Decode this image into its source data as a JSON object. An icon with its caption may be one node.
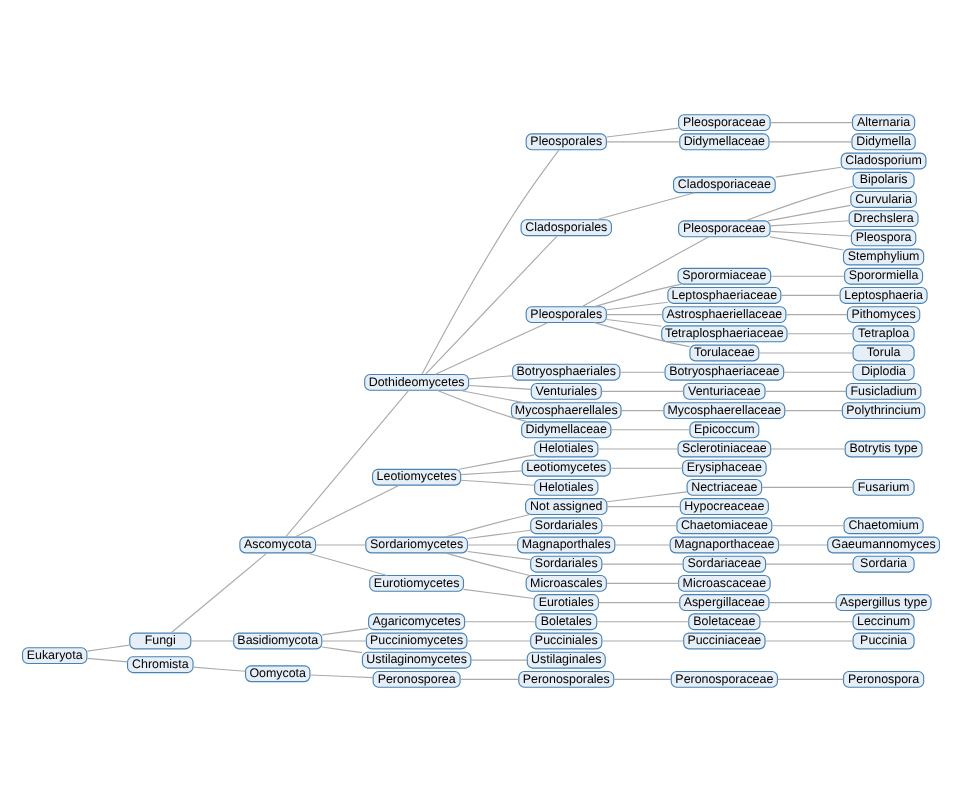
{
  "diagram": {
    "nodes": [
      {
        "text": [
          "Eukaryota"
        ]
      },
      {
        "text": [
          "Fungi"
        ]
      },
      {
        "text": [
          "Chromista"
        ]
      },
      {
        "text": [
          "Ascomycota"
        ]
      },
      {
        "text": [
          "Basidiomycota"
        ]
      },
      {
        "text": [
          "Oomycota"
        ]
      },
      {
        "text": [
          "Dothideomycetes"
        ]
      },
      {
        "text": [
          "Leotiomycetes"
        ]
      },
      {
        "text": [
          "Sordariomycetes"
        ]
      },
      {
        "text": [
          "Eurotiomycetes"
        ]
      },
      {
        "text": [
          "Agaricomycetes"
        ]
      },
      {
        "text": [
          "Pucciniomycetes"
        ]
      },
      {
        "text": [
          "Peronosporea"
        ]
      },
      {
        "text": [
          "Pleosporales"
        ]
      },
      {
        "text": [
          "Cladosporiales"
        ]
      },
      {
        "text": [
          "Pleosporales"
        ]
      },
      {
        "text": [
          "Botryosphaeriales"
        ]
      },
      {
        "text": [
          "Venturiales"
        ]
      },
      {
        "text": [
          "Mycosphaerellales"
        ]
      },
      {
        "text": [
          "Helotiales"
        ]
      },
      {
        "text": [
          "Not assigned"
        ]
      },
      {
        "text": [
          "Sordariales"
        ]
      },
      {
        "text": [
          "Magnaporthales"
        ]
      },
      {
        "text": [
          "Sordariales"
        ]
      },
      {
        "text": [
          "Eurotiales"
        ]
      },
      {
        "text": [
          "Boletales"
        ]
      },
      {
        "text": [
          "Pucciniales"
        ]
      },
      {
        "text": [
          "Peronosporales"
        ]
      },
      {
        "text": [
          "Pleosporaceae"
        ]
      },
      {
        "text": [
          "Didymellaceae"
        ]
      },
      {
        "text": [
          "Cladosporiaceae"
        ]
      },
      {
        "text": [
          "Didymellaceae"
        ]
      },
      {
        "text": [
          "Pleosporaceae"
        ]
      },
      {
        "text": [
          "Sporormiaceae"
        ]
      },
      {
        "text": [
          "Leptosphaeriaceae"
        ]
      },
      {
        "text": [
          "Astrosphaeriellaceae"
        ]
      },
      {
        "text": [
          "Tetraplosphaeriaceae"
        ]
      },
      {
        "text": [
          "Torulaceae"
        ]
      },
      {
        "text": [
          "Botryosphaeriaceae"
        ]
      },
      {
        "text": [
          "Venturiaceae"
        ]
      },
      {
        "text": [
          "Mycosphaerellaceae"
        ]
      },
      {
        "text": [
          "Sclerotiniaceae"
        ]
      },
      {
        "text": [
          "Leotiomycetes"
        ]
      },
      {
        "text": [
          "Nectriaceae"
        ]
      },
      {
        "text": [
          "Chaetomiaceae"
        ]
      },
      {
        "text": [
          "Magnaporthaceae"
        ]
      },
      {
        "text": [
          "Microascales"
        ]
      },
      {
        "text": [
          "Sordariaceae"
        ]
      },
      {
        "text": [
          "Aspergillaceae"
        ]
      },
      {
        "text": [
          "Boletaceae"
        ]
      },
      {
        "text": [
          "Pucciniaceae"
        ]
      },
      {
        "text": [
          "Ustilaginomycetes"
        ]
      },
      {
        "text": [
          "Peronosporaceae"
        ]
      },
      {
        "text": [
          "Alternaria"
        ]
      },
      {
        "text": [
          "Didymella"
        ]
      },
      {
        "text": [
          "Cladosporium"
        ]
      },
      {
        "text": [
          "Epicoccum"
        ]
      },
      {
        "text": [
          "Bipolaris"
        ]
      },
      {
        "text": [
          "Curvularia"
        ]
      },
      {
        "text": [
          "Drechslera"
        ]
      },
      {
        "text": [
          "Pleospora"
        ]
      },
      {
        "text": [
          "Stemphylium"
        ]
      },
      {
        "text": [
          "Sporormiella"
        ]
      },
      {
        "text": [
          "Leptosphaeria"
        ]
      },
      {
        "text": [
          "Pithomyces"
        ]
      },
      {
        "text": [
          "Tetraploa"
        ]
      },
      {
        "text": [
          "Torula"
        ]
      },
      {
        "text": [
          "Diplodia"
        ]
      },
      {
        "text": [
          "Fusicladium"
        ]
      },
      {
        "text": [
          "Polythrincium"
        ]
      },
      {
        "text": [
          "Botrytis type"
        ]
      },
      {
        "text": [
          "Erysiphaceae"
        ]
      },
      {
        "text": [
          "Helotiales"
        ]
      },
      {
        "text": [
          "Fusarium"
        ]
      },
      {
        "text": [
          "Hypocreaceae"
        ]
      },
      {
        "text": [
          "Chaetomium"
        ]
      },
      {
        "text": [
          "Gaeumannomyces"
        ]
      },
      {
        "text": [
          "Microascaceae"
        ]
      },
      {
        "text": [
          "Sordaria"
        ]
      },
      {
        "text": [
          "Aspergillus type"
        ]
      },
      {
        "text": [
          "Leccinum"
        ]
      },
      {
        "text": [
          "Puccinia"
        ]
      },
      {
        "text": [
          "Ustilaginales"
        ]
      },
      {
        "text": [
          "Peronospora"
        ]
      }
    ],
    "edges": [
      {
        "from": 0,
        "to": 1,
        "arrow": "none"
      },
      {
        "from": 0,
        "to": 2,
        "arrow": "none"
      },
      {
        "from": 1,
        "to": 3,
        "arrow": "none"
      },
      {
        "from": 1,
        "to": 4,
        "arrow": "none"
      },
      {
        "from": 2,
        "to": 5,
        "arrow": "none"
      },
      {
        "from": 3,
        "to": 6,
        "arrow": "none"
      },
      {
        "from": 3,
        "to": 7,
        "arrow": "none"
      },
      {
        "from": 3,
        "to": 8,
        "arrow": "none"
      },
      {
        "from": 3,
        "to": 9,
        "arrow": "none"
      },
      {
        "from": 4,
        "to": 10,
        "arrow": "none"
      },
      {
        "from": 4,
        "to": 11,
        "arrow": "none"
      },
      {
        "from": 5,
        "to": 12,
        "arrow": "none"
      },
      {
        "from": 6,
        "to": 13,
        "arrow": "none"
      },
      {
        "from": 6,
        "to": 14,
        "arrow": "none"
      },
      {
        "from": 6,
        "to": 15,
        "arrow": "none"
      },
      {
        "from": 6,
        "to": 16,
        "arrow": "none"
      },
      {
        "from": 6,
        "to": 17,
        "arrow": "none"
      },
      {
        "from": 6,
        "to": 18,
        "arrow": "none"
      },
      {
        "from": 7,
        "to": 19,
        "arrow": "none"
      },
      {
        "from": 8,
        "to": 20,
        "arrow": "none"
      },
      {
        "from": 8,
        "to": 21,
        "arrow": "none"
      },
      {
        "from": 8,
        "to": 22,
        "arrow": "none"
      },
      {
        "from": 8,
        "to": 23,
        "arrow": "none"
      },
      {
        "from": 9,
        "to": 24,
        "arrow": "none"
      },
      {
        "from": 10,
        "to": 25,
        "arrow": "none"
      },
      {
        "from": 11,
        "to": 26,
        "arrow": "none"
      },
      {
        "from": 12,
        "to": 27,
        "arrow": "none"
      },
      {
        "from": 13,
        "to": 28,
        "arrow": "none"
      },
      {
        "from": 13,
        "to": 29,
        "arrow": "none"
      },
      {
        "from": 14,
        "to": 30,
        "arrow": "none"
      },
      {
        "from": 6,
        "to": 31,
        "arrow": "none"
      },
      {
        "from": 15,
        "to": 32,
        "arrow": "none"
      },
      {
        "from": 15,
        "to": 33,
        "arrow": "none"
      },
      {
        "from": 15,
        "to": 34,
        "arrow": "none"
      },
      {
        "from": 15,
        "to": 35,
        "arrow": "none"
      },
      {
        "from": 15,
        "to": 36,
        "arrow": "none"
      },
      {
        "from": 15,
        "to": 37,
        "arrow": "none"
      },
      {
        "from": 16,
        "to": 38,
        "arrow": "none"
      },
      {
        "from": 17,
        "to": 39,
        "arrow": "none"
      },
      {
        "from": 18,
        "to": 40,
        "arrow": "none"
      },
      {
        "from": 19,
        "to": 41,
        "arrow": "none"
      },
      {
        "from": 7,
        "to": 42,
        "arrow": "none"
      },
      {
        "from": 20,
        "to": 43,
        "arrow": "none"
      },
      {
        "from": 21,
        "to": 44,
        "arrow": "none"
      },
      {
        "from": 22,
        "to": 45,
        "arrow": "none"
      },
      {
        "from": 8,
        "to": 46,
        "arrow": "none"
      },
      {
        "from": 23,
        "to": 47,
        "arrow": "none"
      },
      {
        "from": 24,
        "to": 48,
        "arrow": "none"
      },
      {
        "from": 25,
        "to": 49,
        "arrow": "none"
      },
      {
        "from": 26,
        "to": 50,
        "arrow": "none"
      },
      {
        "from": 4,
        "to": 51,
        "arrow": "none"
      },
      {
        "from": 27,
        "to": 52,
        "arrow": "none"
      },
      {
        "from": 28,
        "to": 53,
        "arrow": "none"
      },
      {
        "from": 29,
        "to": 54,
        "arrow": "none"
      },
      {
        "from": 30,
        "to": 55,
        "arrow": "none"
      },
      {
        "from": 31,
        "to": 56,
        "arrow": "none"
      },
      {
        "from": 32,
        "to": 57,
        "arrow": "none"
      },
      {
        "from": 32,
        "to": 58,
        "arrow": "none"
      },
      {
        "from": 32,
        "to": 59,
        "arrow": "none"
      },
      {
        "from": 32,
        "to": 60,
        "arrow": "none"
      },
      {
        "from": 32,
        "to": 61,
        "arrow": "none"
      },
      {
        "from": 33,
        "to": 62,
        "arrow": "none"
      },
      {
        "from": 34,
        "to": 63,
        "arrow": "none"
      },
      {
        "from": 35,
        "to": 64,
        "arrow": "none"
      },
      {
        "from": 36,
        "to": 65,
        "arrow": "none"
      },
      {
        "from": 37,
        "to": 66,
        "arrow": "none"
      },
      {
        "from": 38,
        "to": 67,
        "arrow": "none"
      },
      {
        "from": 39,
        "to": 68,
        "arrow": "none"
      },
      {
        "from": 40,
        "to": 69,
        "arrow": "none"
      },
      {
        "from": 41,
        "to": 70,
        "arrow": "none"
      },
      {
        "from": 42,
        "to": 71,
        "arrow": "none"
      },
      {
        "from": 7,
        "to": 72,
        "arrow": "none"
      },
      {
        "from": 43,
        "to": 73,
        "arrow": "none"
      },
      {
        "from": 20,
        "to": 74,
        "arrow": "none"
      },
      {
        "from": 44,
        "to": 75,
        "arrow": "none"
      },
      {
        "from": 45,
        "to": 76,
        "arrow": "none"
      },
      {
        "from": 46,
        "to": 77,
        "arrow": "none"
      },
      {
        "from": 47,
        "to": 78,
        "arrow": "none"
      },
      {
        "from": 48,
        "to": 79,
        "arrow": "none"
      },
      {
        "from": 49,
        "to": 80,
        "arrow": "none"
      },
      {
        "from": 50,
        "to": 81,
        "arrow": "none"
      },
      {
        "from": 51,
        "to": 82,
        "arrow": "none"
      },
      {
        "from": 52,
        "to": 83,
        "arrow": "none"
      }
    ]
  }
}
